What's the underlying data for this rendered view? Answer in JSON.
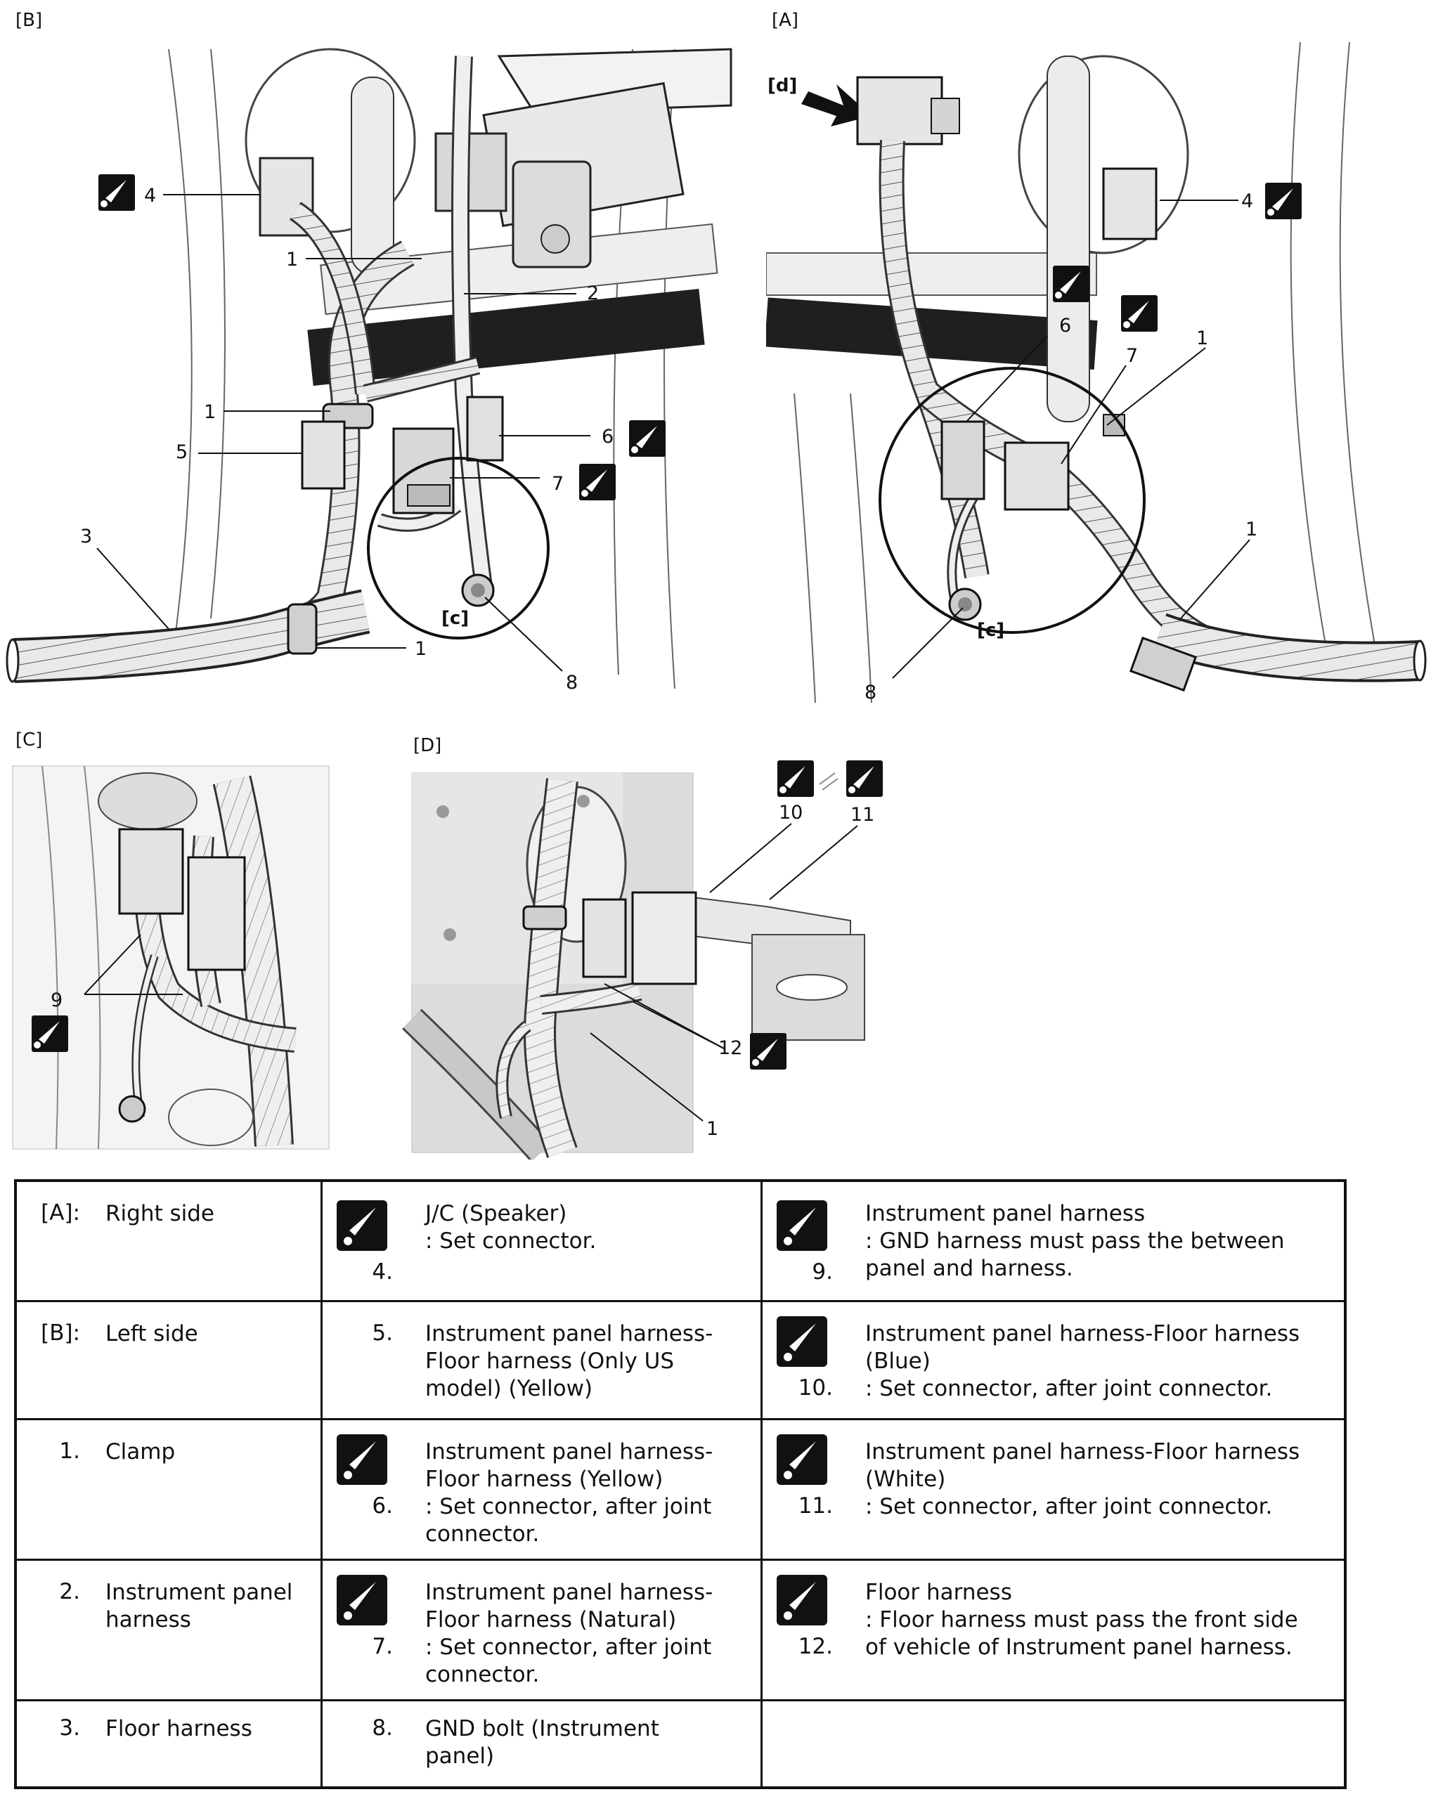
{
  "views": {
    "b_label": "[B]",
    "a_label": "[A]",
    "c_label": "[C]",
    "d_label": "[D]",
    "d_arrow_label": "[d]",
    "c_circle_label": "[c]"
  },
  "callouts": {
    "b": [
      "4",
      "1",
      "2",
      "1",
      "5",
      "3",
      "6",
      "7",
      "1",
      "8"
    ],
    "a": [
      "4",
      "6",
      "1",
      "7",
      "1",
      "8"
    ],
    "c": [
      "9"
    ],
    "d": [
      "10",
      "11",
      "12",
      "1"
    ]
  },
  "legend": {
    "col1": [
      {
        "num": "[A]:",
        "text": "Right side"
      },
      {
        "num": "[B]:",
        "text": "Left side"
      },
      {
        "num": "1.",
        "text": "Clamp"
      },
      {
        "num": "2.",
        "text": "Instrument panel\nharness"
      },
      {
        "num": "3.",
        "text": "Floor harness"
      }
    ],
    "col2": [
      {
        "num": "4.",
        "symbol": true,
        "text": "J/C (Speaker)\n: Set connector."
      },
      {
        "num": "5.",
        "symbol": false,
        "text": "Instrument panel harness-\nFloor harness (Only US\nmodel) (Yellow)"
      },
      {
        "num": "6.",
        "symbol": true,
        "text": "Instrument panel harness-\nFloor harness (Yellow)\n: Set connector, after joint\nconnector."
      },
      {
        "num": "7.",
        "symbol": true,
        "text": "Instrument panel harness-\nFloor harness (Natural)\n: Set connector, after joint\nconnector."
      },
      {
        "num": "8.",
        "symbol": false,
        "text": "GND bolt (Instrument\npanel)"
      }
    ],
    "col3": [
      {
        "num": "9.",
        "symbol": true,
        "text": "Instrument panel harness\n: GND harness must pass the between\npanel and harness."
      },
      {
        "num": "10.",
        "symbol": true,
        "text": "Instrument panel harness-Floor harness\n(Blue)\n: Set connector, after joint connector."
      },
      {
        "num": "11.",
        "symbol": true,
        "text": "Instrument panel harness-Floor harness\n(White)\n: Set connector, after joint connector."
      },
      {
        "num": "12.",
        "symbol": true,
        "text": "Floor harness\n: Floor harness must pass the front side\nof vehicle of Instrument panel harness."
      },
      {
        "num": "",
        "symbol": false,
        "text": ""
      }
    ]
  }
}
